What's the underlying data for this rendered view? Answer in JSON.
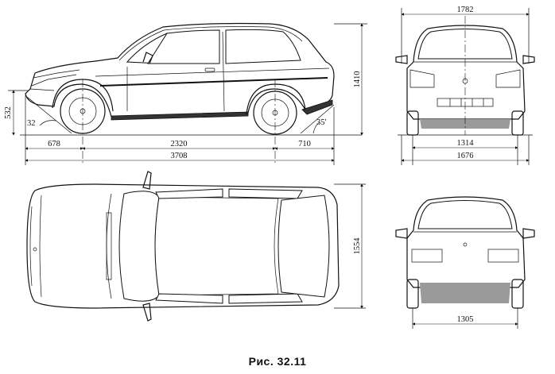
{
  "caption": "Рис. 32.11",
  "side_view": {
    "height_dim": "1410",
    "front_overhang_height": "532",
    "approach_angle": "32",
    "departure_angle": "35'",
    "front_overhang": "678",
    "wheelbase": "2320",
    "rear_overhang": "710",
    "overall_length": "3708"
  },
  "front_view": {
    "overall_width": "1782",
    "track": "1314",
    "width_body": "1676"
  },
  "top_view": {
    "width": "1554"
  },
  "rear_view": {
    "rear_track": "1305"
  }
}
